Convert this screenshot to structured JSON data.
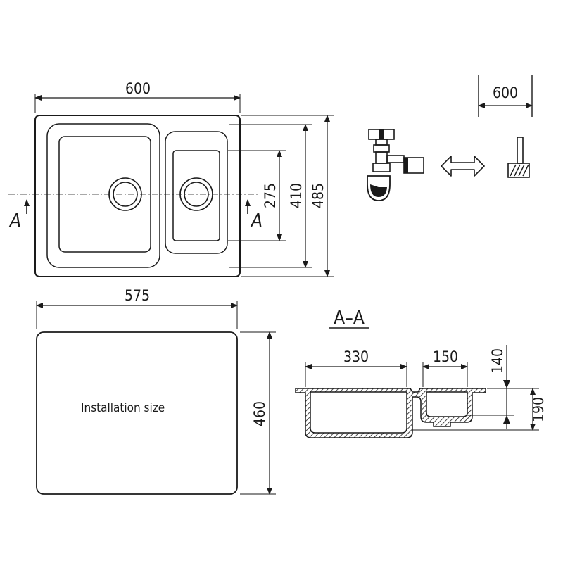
{
  "top_view": {
    "width_label": "600",
    "depth_label": "485",
    "rim_depth_label": "410",
    "small_bowl_label": "275",
    "section_marker_left": "A",
    "section_marker_right": "A"
  },
  "cabinet": {
    "label": "600"
  },
  "cutout": {
    "width_label": "575",
    "height_label": "460",
    "caption": "Installation size"
  },
  "section": {
    "title": "A–A",
    "big_bowl_label": "330",
    "small_bowl_label": "150",
    "small_depth_label": "140",
    "big_depth_label": "190"
  }
}
